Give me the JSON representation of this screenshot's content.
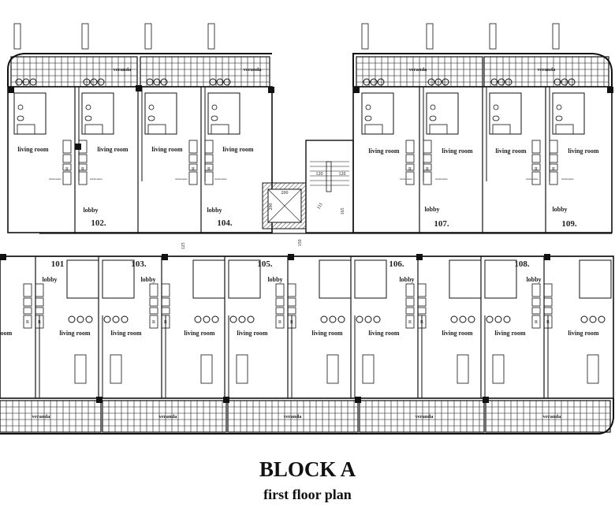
{
  "title": "BLOCK A",
  "subtitle": "first floor plan",
  "labels": {
    "veranda": "veranda",
    "living_room": "living room",
    "lobby": "lobby",
    "kitchenette": "kitchenette",
    "fridge": "R",
    "partial_living_room": "oom"
  },
  "units": [
    "101",
    "102.",
    "103.",
    "104.",
    "105.",
    "106.",
    "107.",
    "108.",
    "109."
  ],
  "dimensions": {
    "elevator_width": "200",
    "elevator_depth": "200",
    "stair_left": "120",
    "stair_right": "120",
    "stair_landing": "111",
    "stair_depth": "165",
    "corridor_left": "125",
    "corridor_right": "150"
  }
}
